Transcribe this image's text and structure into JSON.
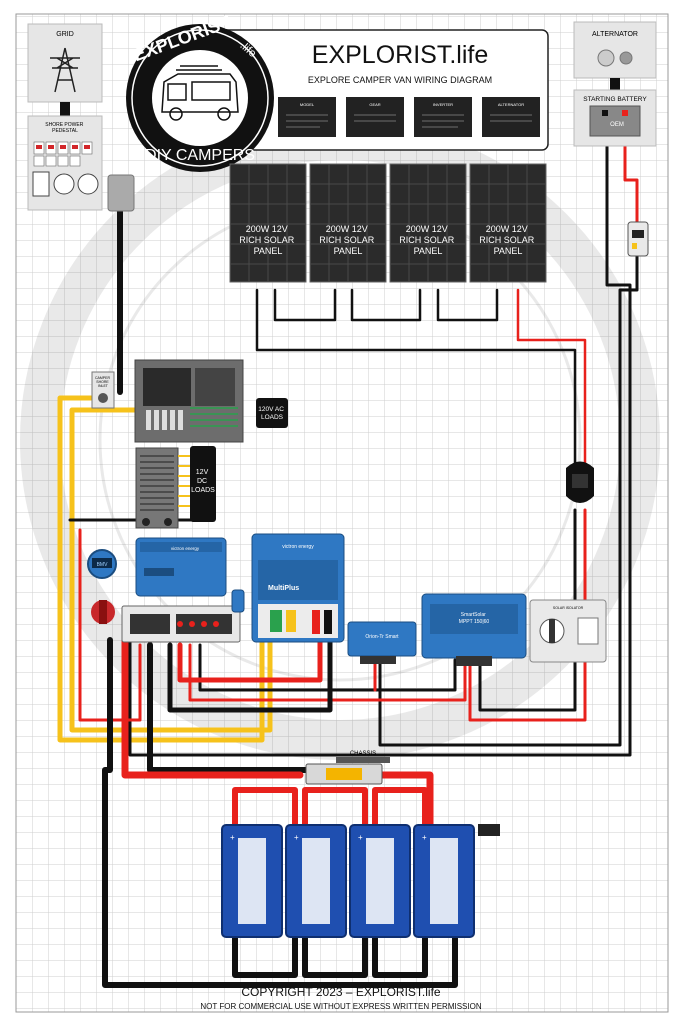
{
  "header": {
    "brand": "EXPLORIST.life",
    "subtitle": "EXPLORE CAMPER VAN WIRING DIAGRAM",
    "logo_top": "EXPLORIST",
    "logo_top_suffix": ".life",
    "logo_bottom": "DIY CAMPERS",
    "info_cards": [
      "MODEL",
      "GEAR",
      "INVERTER",
      "ALTERNATOR"
    ]
  },
  "sources": {
    "grid": "GRID",
    "shore_power": "SHORE POWER\nPEDESTAL",
    "alternator": "ALTERNATOR",
    "starting_battery": "STARTING BATTERY",
    "oem": "OEM"
  },
  "solar_panels": [
    {
      "label": "200W 12V\nRICH SOLAR\nPANEL"
    },
    {
      "label": "200W 12V\nRICH SOLAR\nPANEL"
    },
    {
      "label": "200W 12V\nRICH SOLAR\nPANEL"
    },
    {
      "label": "200W 12V\nRICH SOLAR\nPANEL"
    }
  ],
  "loads": {
    "ac": "120V AC\nLOADS",
    "dc": "12V\nDC\nLOADS"
  },
  "devices": {
    "shore_inlet": "CAMPER\nSHORE\nINLET",
    "multiplus_brand": "victron energy",
    "multiplus_model": "MultiPlus",
    "mppt_model": "SmartSolar\nMPPT 150|60",
    "orion_model": "Orion-Tr Smart",
    "battery_monitor": "BMV",
    "solar_isolator": "SOLAR ISOLATOR",
    "chassis": "CHASSIS"
  },
  "footer": {
    "copyright": "COPYRIGHT 2023 – EXPLORIST.life",
    "notice": "NOT FOR COMMERCIAL USE WITHOUT EXPRESS WRITTEN PERMISSION"
  },
  "colors": {
    "red_wire": "#e8211c",
    "black_wire": "#111111",
    "yellow_wire": "#f6c21b",
    "victron_blue": "#2f78c3",
    "battery_blue": "#1f4fb0",
    "panel": "#2b2b2b",
    "grid_line": "#cfcfcf"
  }
}
